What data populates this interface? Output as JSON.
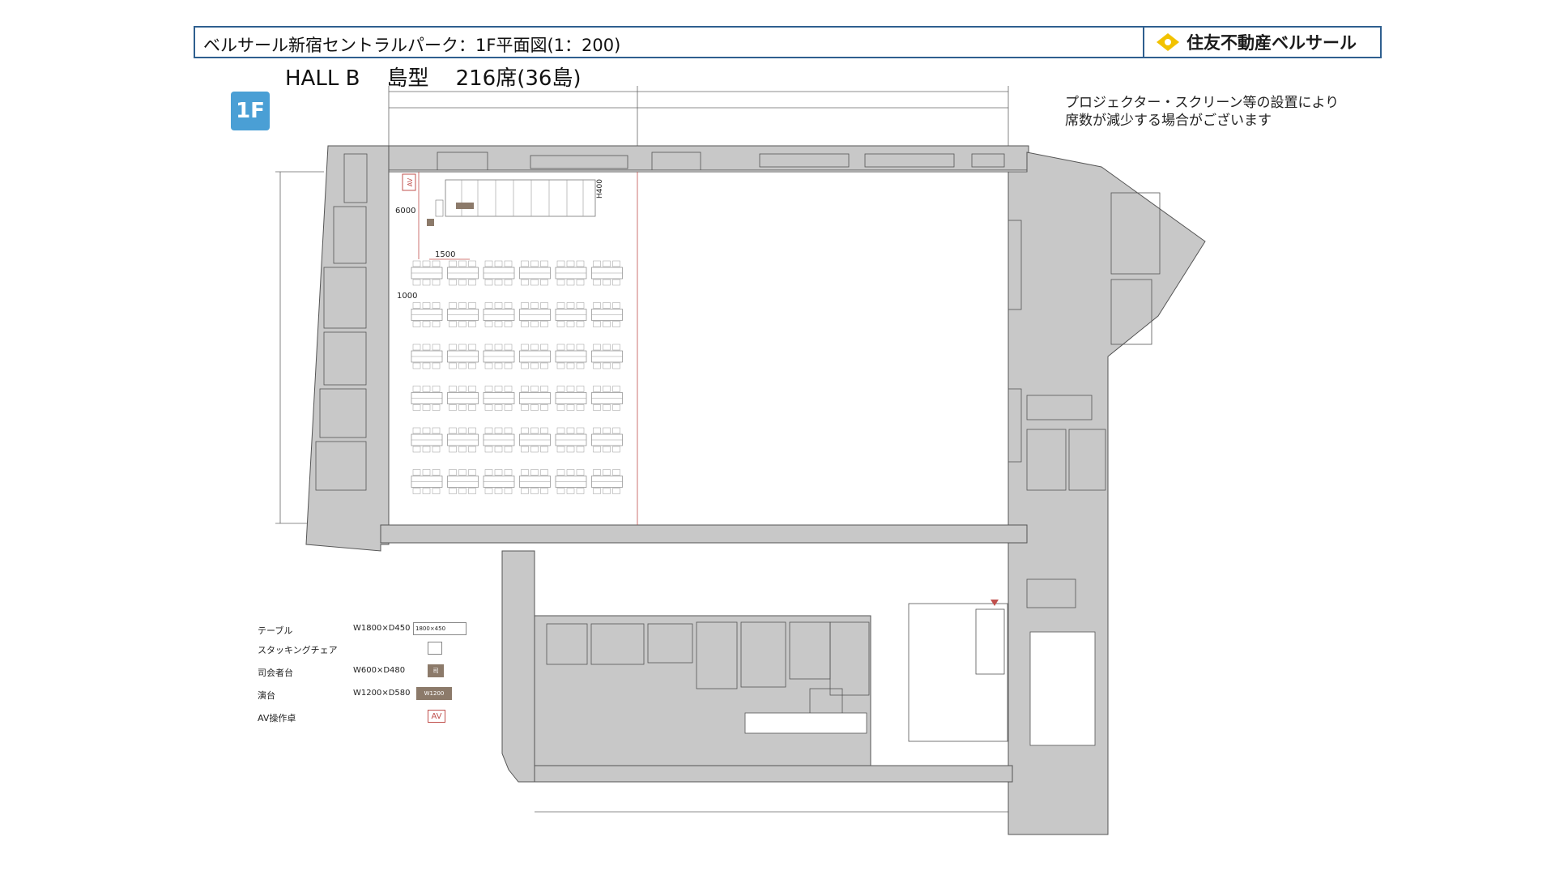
{
  "header": {
    "title": "ベルサール新宿セントラルパーク：1F平面図(1：200)",
    "brand": "住友不動産ベルサール",
    "brand_color": "#f2c200",
    "border_color": "#2f5f8f"
  },
  "hall": {
    "name": "HALL B",
    "layout": "島型",
    "seats": "216席(36島)"
  },
  "floor_badge": "1F",
  "note": {
    "line1": "プロジェクター・スクリーン等の設置により",
    "line2": "席数が減少する場合がございます"
  },
  "plan": {
    "dims": {
      "stage_depth": "6000",
      "table_pitch": "1500",
      "row_gap": "1000",
      "screen_height": "H400"
    },
    "av_label": "AV",
    "grid": {
      "rows": 6,
      "cols": 6
    },
    "colors": {
      "wall": "#c8c8c8",
      "wall_stroke": "#555555",
      "dim_line": "#c0504d",
      "av": "#c0504d",
      "podium": "#8c7a6a"
    }
  },
  "legend": {
    "items": [
      {
        "name": "テーブル",
        "dim": "W1800×D450",
        "sample": "1800×450"
      },
      {
        "name": "スタッキングチェア",
        "dim": "",
        "sample": ""
      },
      {
        "name": "司会者台",
        "dim": "W600×D480",
        "sample": "司"
      },
      {
        "name": "演台",
        "dim": "W1200×D580",
        "sample": "W1200"
      },
      {
        "name": "AV操作卓",
        "dim": "",
        "sample": "AV"
      }
    ]
  }
}
